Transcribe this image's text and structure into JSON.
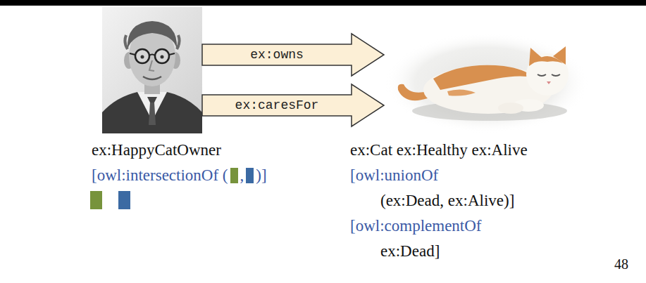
{
  "diagram": {
    "nodes": [
      {
        "text": [
          "ex:HappyCatOwner",
          "[owl:intersectionOf (",
          ",",
          ")]"
        ]
      },
      {
        "text": [
          "ex:Cat ex:Healthy ex:Alive",
          "[owl:unionOf",
          "(ex:Dead, ex:Alive)]",
          "[owl:complementOf",
          "ex:Dead]"
        ]
      }
    ],
    "edges": [
      {
        "from": 0,
        "to": 1,
        "label": "ex:owns",
        "arrow": "to"
      },
      {
        "from": 0,
        "to": 1,
        "label": "ex:caresFor",
        "arrow": "to"
      }
    ],
    "labels": [
      "48"
    ]
  }
}
